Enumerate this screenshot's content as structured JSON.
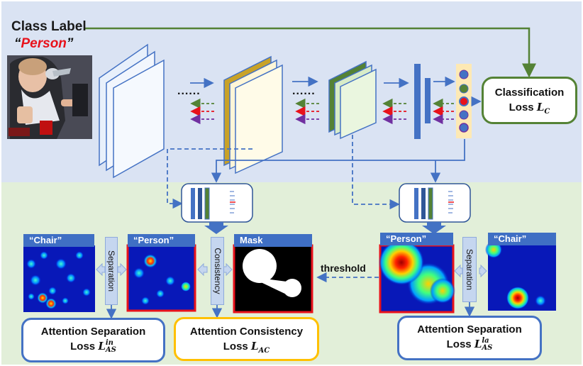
{
  "class_label": {
    "title": "Class Label",
    "quote_open": "“",
    "name": "Person",
    "quote_close": "”"
  },
  "ellipsis": "......",
  "classification": {
    "line1": "Classification",
    "line2_prefix": "Loss ",
    "symbol": "L",
    "subscript": "C"
  },
  "threshold_label": "threshold",
  "maps": {
    "chair_left": {
      "header": "“Chair”"
    },
    "person_left": {
      "header": "“Person”"
    },
    "mask": {
      "header": "Mask"
    },
    "person_right": {
      "header": "“Person”"
    },
    "chair_right": {
      "header": "“Chair”"
    }
  },
  "vertical_labels": {
    "separation": "Separation",
    "consistency": "Consistency"
  },
  "loss_boxes": {
    "separation_left": {
      "line1": "Attention Separation",
      "line2_prefix": "Loss ",
      "symbol": "L",
      "sub": "AS",
      "sup": "in"
    },
    "consistency": {
      "line1": "Attention Consistency",
      "line2_prefix": "Loss ",
      "symbol": "L",
      "sub": "AC"
    },
    "separation_right": {
      "line1": "Attention Separation",
      "line2_prefix": "Loss ",
      "symbol": "L",
      "sub": "AS",
      "sup": "la"
    }
  },
  "colors": {
    "top_panel": "#dae3f3",
    "bottom_panel": "#e2efd9",
    "blue": "#4472c4",
    "green": "#548235",
    "gold": "#c9a227",
    "gold_border": "#ffc000",
    "red": "#e8121b",
    "purple": "#7030a0"
  }
}
